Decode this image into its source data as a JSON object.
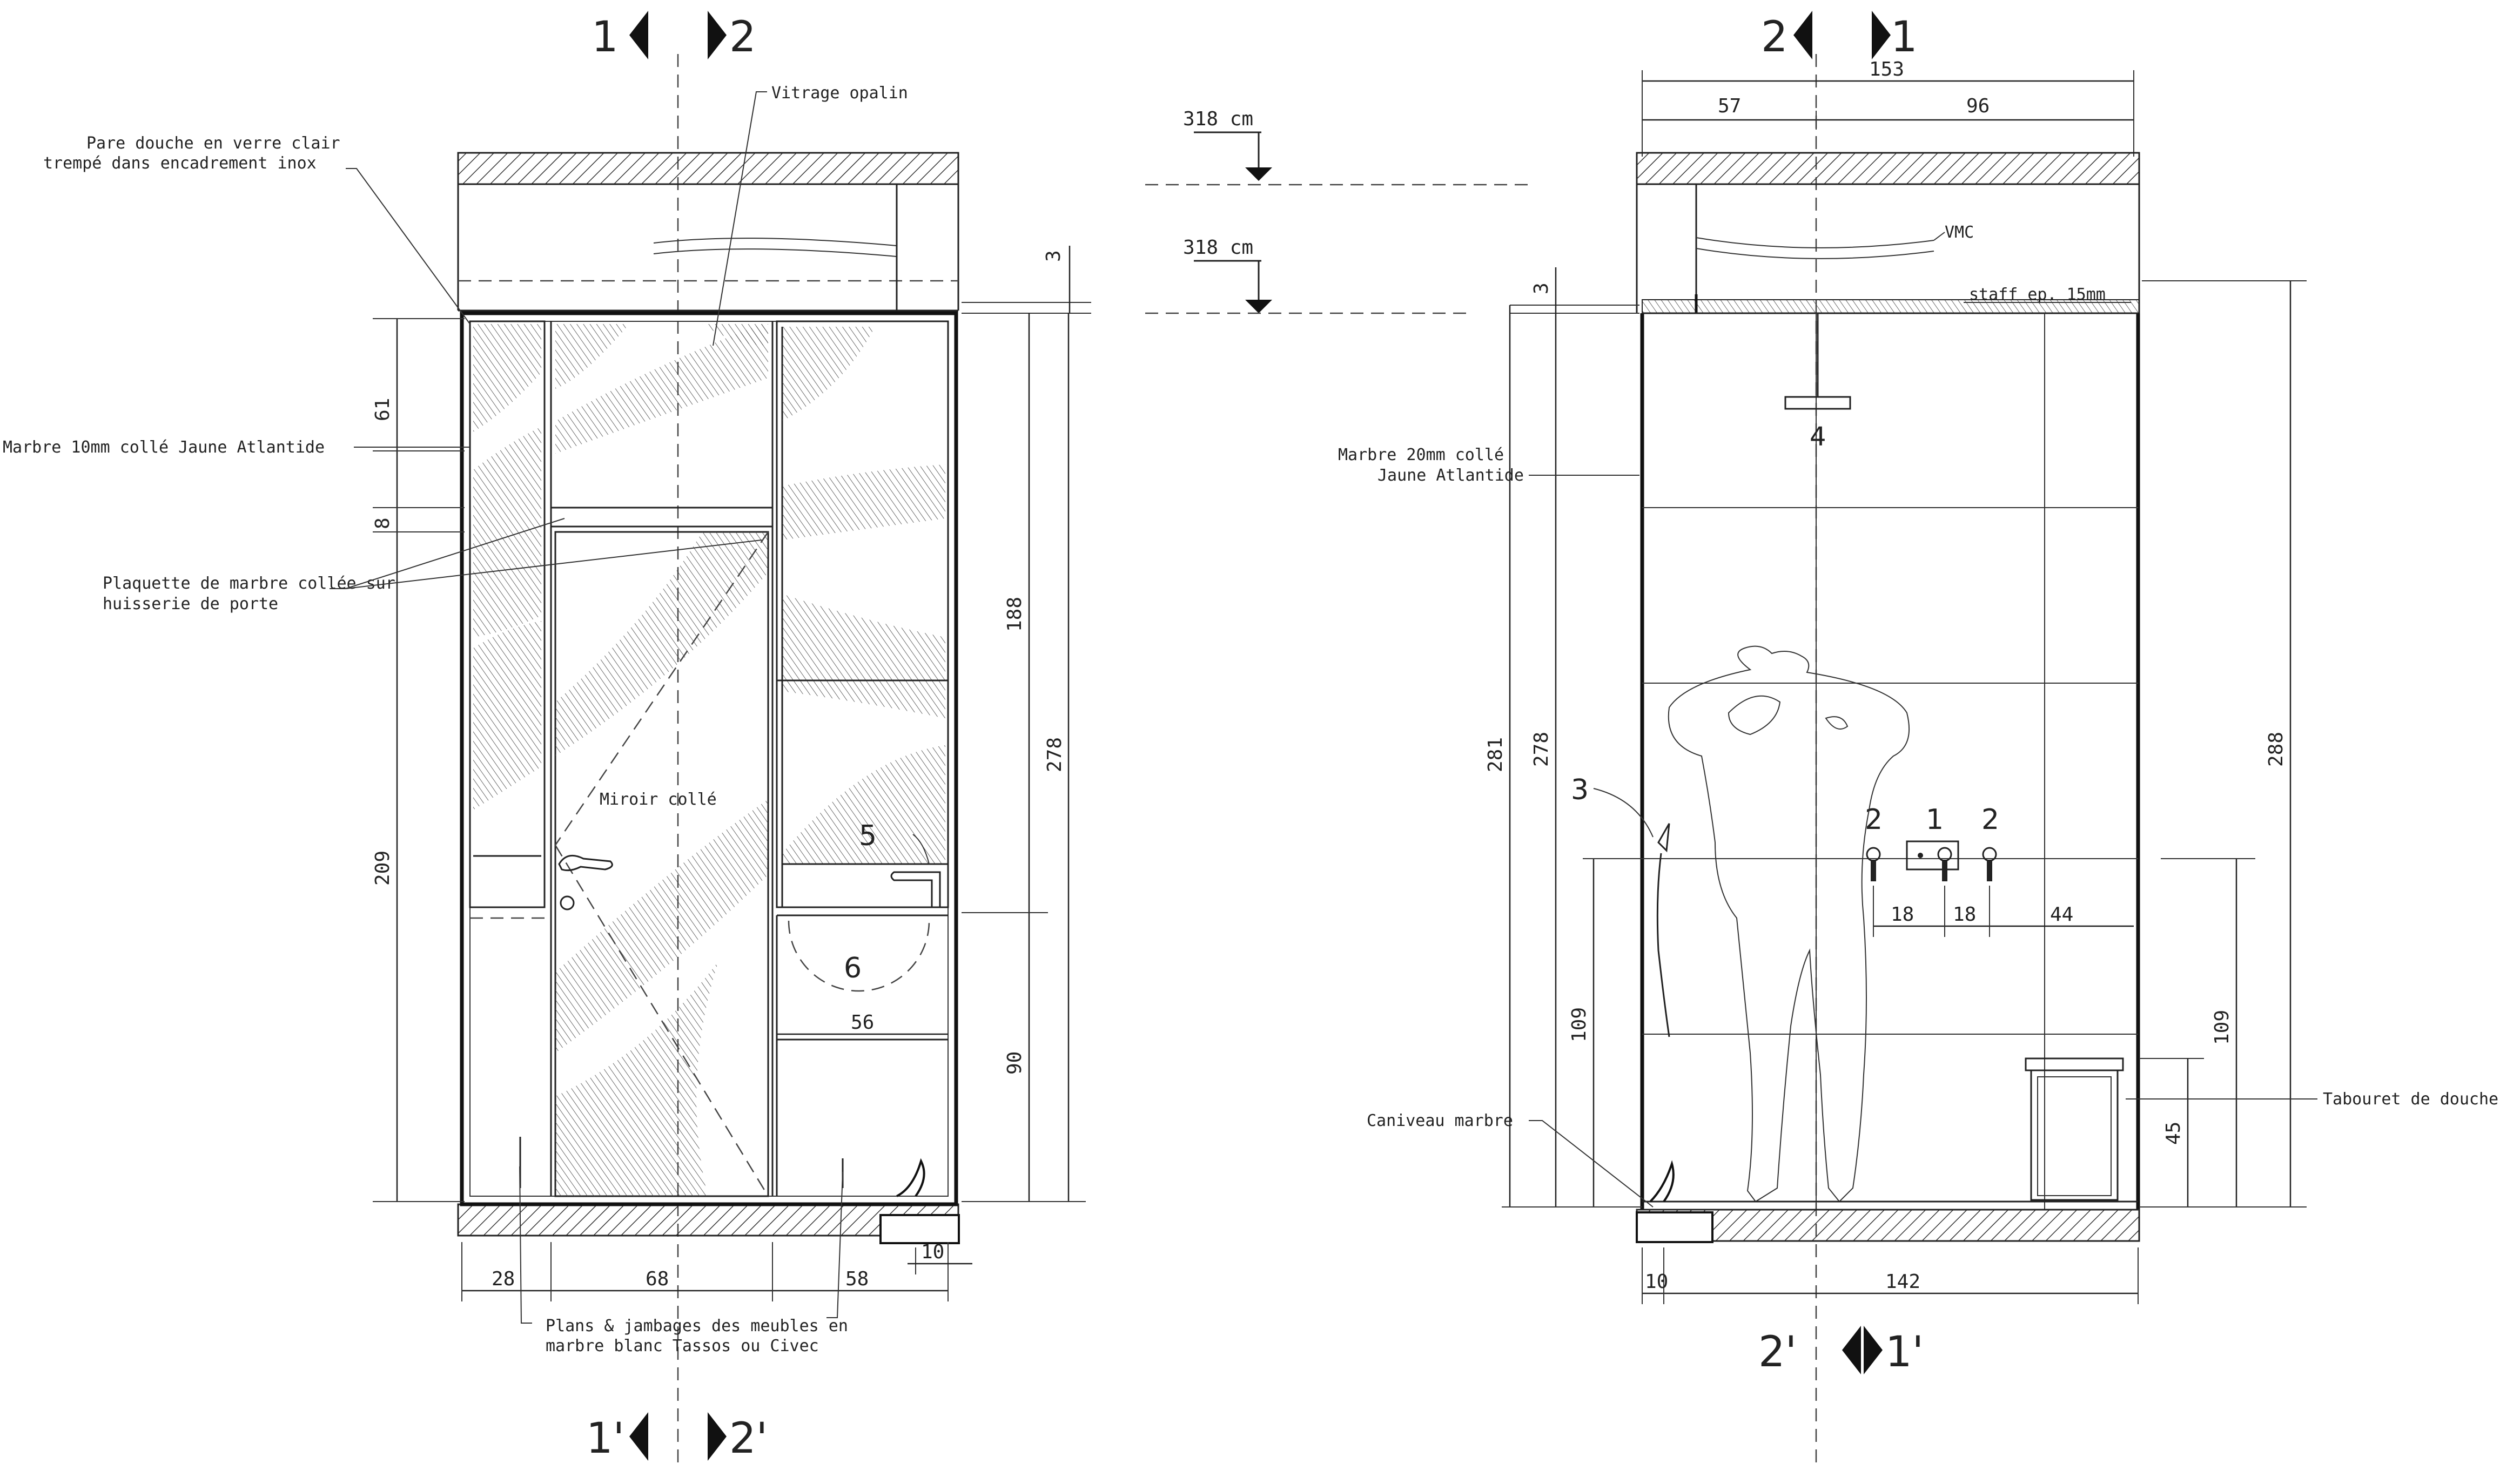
{
  "section_markers": {
    "left_top": [
      "1",
      "2"
    ],
    "left_bottom": [
      "1'",
      "2'"
    ],
    "right_top": [
      "2",
      "1"
    ],
    "right_bottom": [
      "2'",
      "1'"
    ]
  },
  "levels": {
    "level_upper": "318 cm",
    "level_lower": "318 cm"
  },
  "left_elevation": {
    "labels": {
      "pare_douche_1": "Pare douche en verre clair",
      "pare_douche_2": "trempé dans encadrement inox",
      "vitrage": "Vitrage opalin",
      "marbre": "Marbre 10mm collé Jaune Atlantide",
      "plaquette_1": "Plaquette de marbre collée sur",
      "plaquette_2": "huisserie de porte",
      "miroir": "Miroir collé",
      "plans_1": "Plans & jambages des meubles en",
      "plans_2": "marbre blanc Tassos ou Civec"
    },
    "dims": {
      "d61": "61",
      "d8": "8",
      "d209": "209",
      "d3": "3",
      "d188": "188",
      "d278": "278",
      "d90": "90",
      "d56": "56",
      "d28": "28",
      "d68": "68",
      "d58": "58",
      "d10": "10"
    },
    "item_numbers": {
      "n5": "5",
      "n6": "6"
    }
  },
  "right_elevation": {
    "labels": {
      "vmc": "VMC",
      "staff": "staff ep. 15mm",
      "marbre_1": "Marbre 20mm collé",
      "marbre_2": "Jaune Atlantide",
      "caniveau": "Caniveau marbre",
      "tabouret": "Tabouret de douche"
    },
    "dims": {
      "d153": "153",
      "d57": "57",
      "d96": "96",
      "d3": "3",
      "d281": "281",
      "d278": "278",
      "d109_left": "109",
      "d288": "288",
      "d109_right": "109",
      "d45": "45",
      "d18a": "18",
      "d18b": "18",
      "d44": "44",
      "d10": "10",
      "d142": "142"
    },
    "item_numbers": {
      "n1": "1",
      "n2a": "2",
      "n2b": "2",
      "n3": "3",
      "n4": "4"
    }
  }
}
